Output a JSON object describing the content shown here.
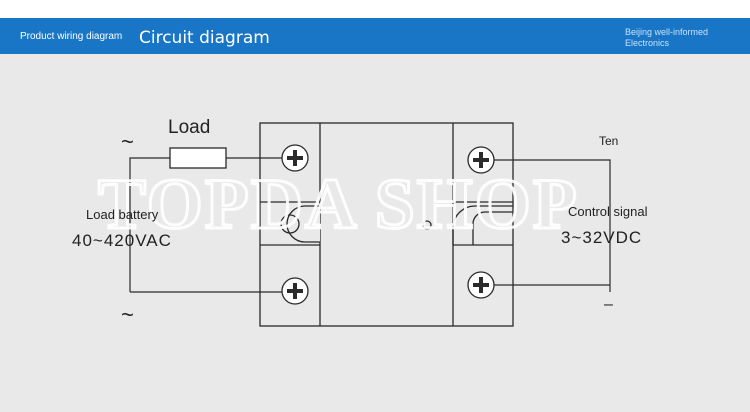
{
  "header": {
    "subtitle": "Product wiring diagram",
    "title": "Circuit diagram",
    "brand": "Beijing well-informed Electronics"
  },
  "colors": {
    "header_bg": "#1976c6",
    "panel_bg": "#e9e9ea",
    "line": "#2a2a2a"
  },
  "diagram": {
    "load_label": "Load",
    "ac_top_symbol": "~",
    "ac_bottom_symbol": "~",
    "load_battery_label": "Load battery",
    "ac_voltage": "40~420VAC",
    "control_plus_label": "Ten",
    "control_minus_label": "–",
    "control_signal_label": "Control signal",
    "dc_voltage": "3~32VDC",
    "watermark": "TOPDA SHOP"
  }
}
